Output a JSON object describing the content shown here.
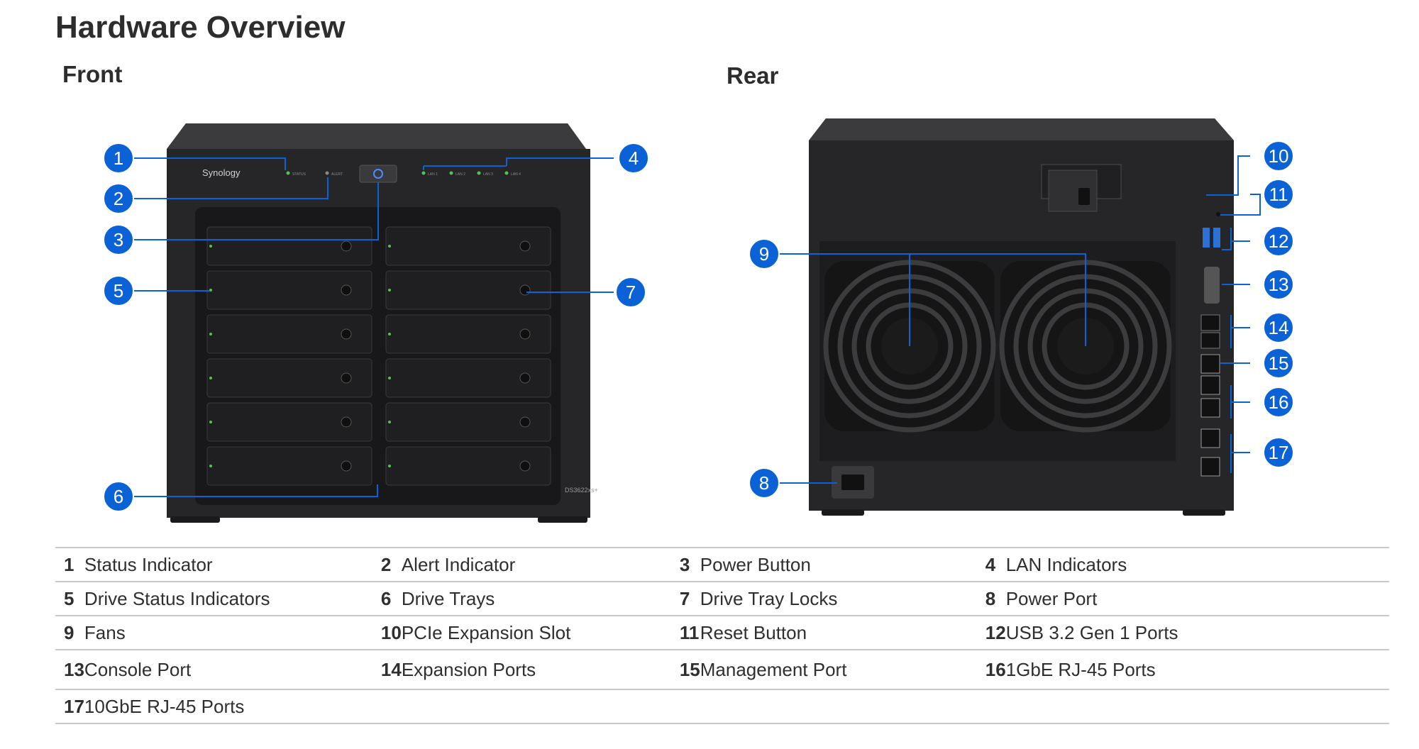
{
  "page": {
    "title": "Hardware Overview",
    "front_label": "Front",
    "rear_label": "Rear"
  },
  "device": {
    "brand": "Synology",
    "model": "DS3622xs+",
    "front_indicator_labels": [
      "STATUS",
      "ALERT",
      "LAN 1",
      "LAN 2",
      "LAN 3",
      "LAN 4"
    ]
  },
  "callouts": {
    "front": [
      "1",
      "2",
      "3",
      "4",
      "5",
      "6",
      "7"
    ],
    "rear": [
      "8",
      "9",
      "10",
      "11",
      "12",
      "13",
      "14",
      "15",
      "16",
      "17"
    ]
  },
  "legend": [
    [
      {
        "num": "1",
        "label": "Status Indicator"
      },
      {
        "num": "2",
        "label": "Alert Indicator"
      },
      {
        "num": "3",
        "label": "Power Button"
      },
      {
        "num": "4",
        "label": "LAN Indicators"
      }
    ],
    [
      {
        "num": "5",
        "label": "Drive Status Indicators"
      },
      {
        "num": "6",
        "label": "Drive Trays"
      },
      {
        "num": "7",
        "label": "Drive Tray Locks"
      },
      {
        "num": "8",
        "label": "Power Port"
      }
    ],
    [
      {
        "num": "9",
        "label": "Fans"
      },
      {
        "num": "10",
        "label": "PCIe Expansion Slot"
      },
      {
        "num": "11",
        "label": "Reset Button"
      },
      {
        "num": "12",
        "label": "USB 3.2 Gen 1 Ports"
      }
    ],
    [
      {
        "num": "13",
        "label": "Console Port"
      },
      {
        "num": "14",
        "label": "Expansion Ports"
      },
      {
        "num": "15",
        "label": "Management Port"
      },
      {
        "num": "16",
        "label": "1GbE RJ-45 Ports"
      }
    ],
    [
      {
        "num": "17",
        "label": "10GbE RJ-45 Ports"
      }
    ]
  ],
  "colors": {
    "callout": "#0a62d6",
    "chassis": "#2a2a2c",
    "chassis_edge": "#3a3a3c",
    "tray": "#1e1e20",
    "rule": "#c9c9c9"
  }
}
